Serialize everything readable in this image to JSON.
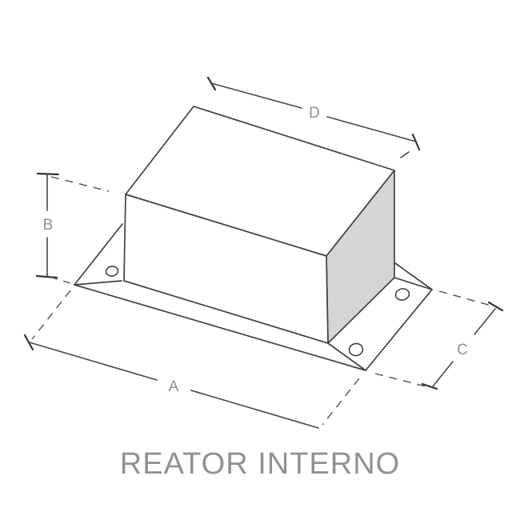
{
  "title": "REATOR INTERNO",
  "labels": {
    "a": "A",
    "b": "B",
    "c": "C",
    "d": "D"
  },
  "colors": {
    "line": "#414143",
    "dimension_label": "#8e9096",
    "title": "#8d9199",
    "side_face_fill": "#d5d5d7",
    "background": "#ffffff"
  }
}
